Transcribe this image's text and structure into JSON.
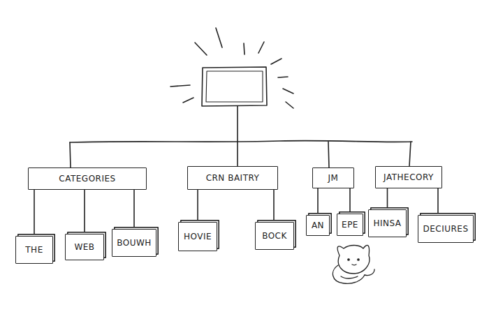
{
  "diagram": {
    "nodes": [
      {
        "text": [
          "CATEGORIES"
        ]
      },
      {
        "text": [
          "CRN BAITRY"
        ]
      },
      {
        "text": [
          "JM"
        ]
      },
      {
        "text": [
          "JATHECORY"
        ]
      },
      {
        "text": [
          "THE"
        ]
      },
      {
        "text": [
          "WEB"
        ]
      },
      {
        "text": [
          "BOUWH"
        ]
      },
      {
        "text": [
          "HOVIE"
        ]
      },
      {
        "text": [
          "BOCK"
        ]
      },
      {
        "text": [
          "AN"
        ]
      },
      {
        "text": [
          "EPE"
        ]
      },
      {
        "text": [
          "HINSA"
        ]
      },
      {
        "text": [
          "DECIURES"
        ]
      }
    ],
    "edges": [
      {
        "from": 0,
        "to": 4,
        "arrow": "none"
      },
      {
        "from": 0,
        "to": 5,
        "arrow": "none"
      },
      {
        "from": 0,
        "to": 6,
        "arrow": "none"
      },
      {
        "from": 1,
        "to": 7,
        "arrow": "none"
      },
      {
        "from": 1,
        "to": 8,
        "arrow": "none"
      },
      {
        "from": 2,
        "to": 9,
        "arrow": "none"
      },
      {
        "from": 2,
        "to": 10,
        "arrow": "none"
      },
      {
        "from": 3,
        "to": 11,
        "arrow": "none"
      },
      {
        "from": 3,
        "to": 12,
        "arrow": "none"
      }
    ]
  }
}
